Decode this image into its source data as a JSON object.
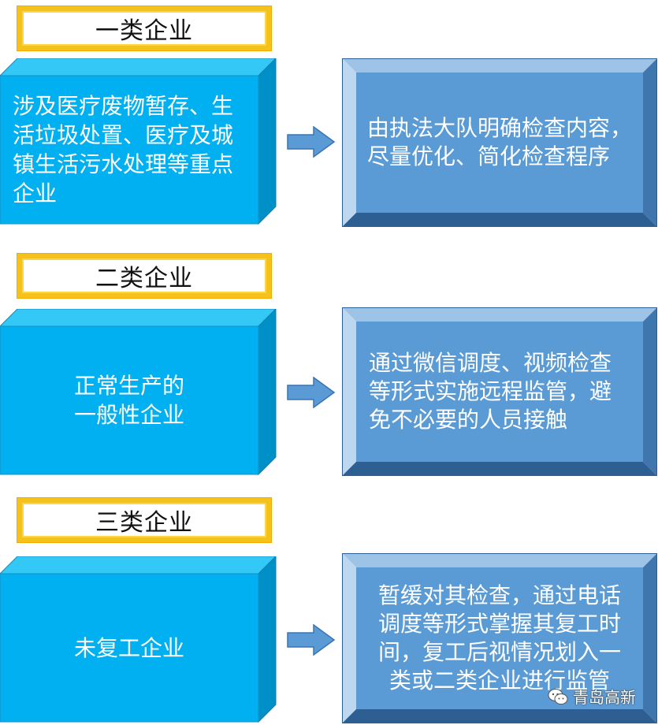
{
  "sections": [
    {
      "category": "一类企业",
      "target_lines": [
        "涉及医疗废物暂存、生",
        "活垃圾处置、医疗及城",
        "镇生活污水处理等重点",
        "企业"
      ],
      "measure_lines": [
        "由执法大队明确检查内容，",
        "尽量优化、简化检查程序"
      ]
    },
    {
      "category": "二类企业",
      "target_lines": [
        "正常生产的",
        "一般性企业"
      ],
      "measure_lines": [
        "通过微信调度、视频检查",
        "等形式实施远程监管，避",
        "免不必要的人员接触"
      ]
    },
    {
      "category": "三类企业",
      "target_lines": [
        "未复工企业"
      ],
      "measure_lines": [
        "暂缓对其检查，通过电话",
        "调度等形式掌握其复工时",
        "间，复工后视情况划入一",
        "类或二类企业进行监管"
      ]
    }
  ],
  "watermark": "青岛高新",
  "colors": {
    "tab_border": "#f5c21b",
    "cube_front": "#00b0f0",
    "cube_top": "#33c8f5",
    "cube_side": "#0090c8",
    "arrow": "#4f8fd0",
    "box_face": "#5b9bd5",
    "box_edge_light": "#9dc3e6",
    "box_edge_dark": "#2e5f93"
  }
}
